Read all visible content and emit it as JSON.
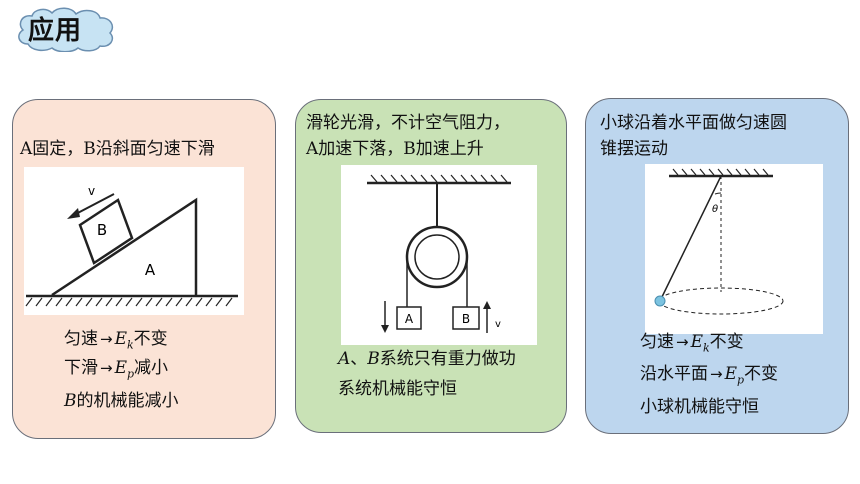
{
  "title": "应用",
  "cards": [
    {
      "heading": [
        "A固定，B沿斜面匀速下滑"
      ],
      "figure": {
        "block_top": "B",
        "block_bottom": "A",
        "velocity": "v"
      },
      "lines": [
        {
          "pre": "匀速",
          "var": "E",
          "sub": "k",
          "post": "不变"
        },
        {
          "pre": "下滑",
          "var": "E",
          "sub": "p",
          "post": "减小"
        },
        {
          "text_var": "B",
          "text": "的机械能减小"
        }
      ]
    },
    {
      "heading": [
        "滑轮光滑，不计空气阻力，",
        "A加速下落，B加速上升"
      ],
      "figure": {
        "left_block": "A",
        "right_block": "B",
        "velocity": "v"
      },
      "lines": [
        {
          "a": "A",
          "sep": "、",
          "b": "B",
          "text": "系统只有重力做功"
        },
        {
          "text": "系统机械能守恒"
        }
      ]
    },
    {
      "heading": [
        "小球沿着水平面做匀速圆",
        "锥摆运动"
      ],
      "figure": {
        "angle": "θ"
      },
      "lines": [
        {
          "pre": "匀速",
          "var": "E",
          "sub": "k",
          "post": "不变"
        },
        {
          "pre": "沿水平面",
          "var": "E",
          "sub": "p",
          "post": "不变"
        },
        {
          "text": "小球机械能守恒"
        }
      ]
    }
  ],
  "arrow": "→",
  "colors": {
    "card1": "#fbe3d6",
    "card2": "#c9e2b6",
    "card3": "#bdd6ee",
    "cloud": "#c7e3f3"
  }
}
